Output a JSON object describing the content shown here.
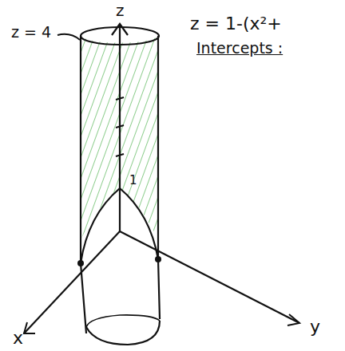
{
  "diagram": {
    "labels": [
      "z",
      "z = 1-(x²+",
      "Intercepts :",
      "z = 4",
      "1",
      "x",
      "y"
    ]
  }
}
